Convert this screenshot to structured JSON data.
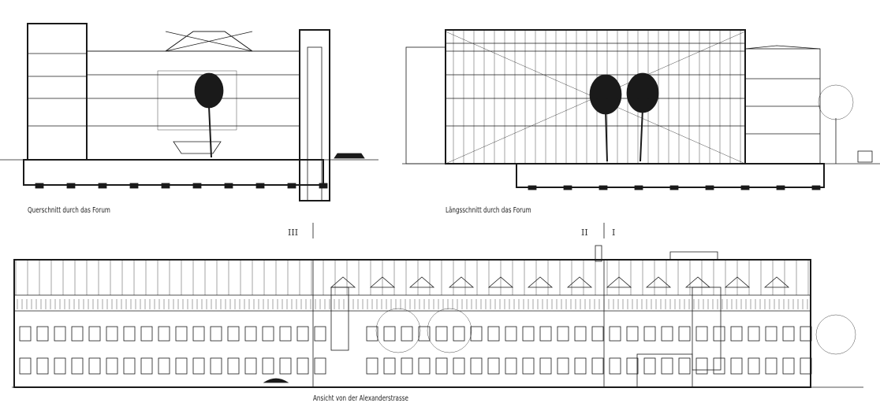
{
  "drawings": {
    "cross_section": {
      "caption": "Querschnitt durch das Forum"
    },
    "long_section": {
      "caption": "Längsschnitt durch das Forum"
    },
    "elevation": {
      "caption": "Ansicht von der Alexanderstrasse",
      "section_marks": [
        "III",
        "II",
        "I"
      ]
    }
  },
  "colors": {
    "ink": "#1a1a1a",
    "paper": "#ffffff"
  }
}
